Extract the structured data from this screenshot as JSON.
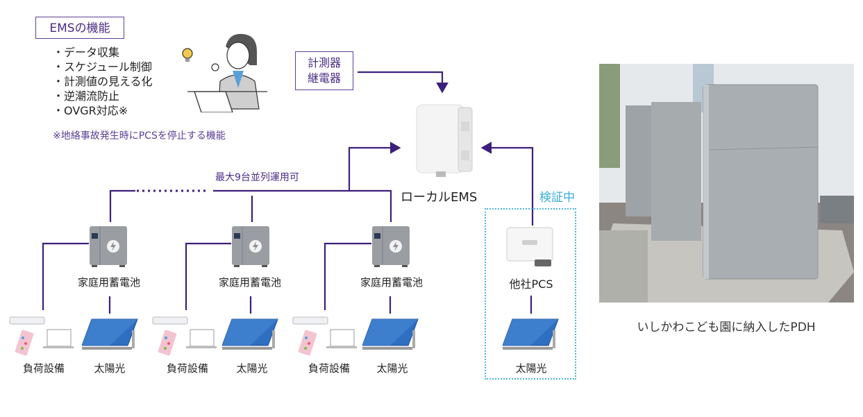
{
  "features": {
    "title": "EMSの機能",
    "items": [
      "・データ収集",
      "・スケジュール制御",
      "・計測値の見える化",
      "・逆潮流防止",
      "・OVGR対応※"
    ],
    "note": "※地絡事故発生時にPCSを停止する機能"
  },
  "meter_box": {
    "line1": "計測器",
    "line2": "継電器"
  },
  "ems": {
    "label": "ローカルEMS"
  },
  "parallel_note": "最大9台並列運用可",
  "units": [
    {
      "battery_label": "家庭用蓄電池",
      "load_label": "負荷設備",
      "solar_label": "太陽光"
    },
    {
      "battery_label": "家庭用蓄電池",
      "load_label": "負荷設備",
      "solar_label": "太陽光"
    },
    {
      "battery_label": "家庭用蓄電池",
      "load_label": "負荷設備",
      "solar_label": "太陽光"
    }
  ],
  "verification": {
    "status": "検証中",
    "pcs_label": "他社PCS",
    "solar_label": "太陽光"
  },
  "photo": {
    "caption": "いしかわこども園に納入したPDH"
  },
  "colors": {
    "line": "#4a2c86",
    "accent_blue": "#3aaed8",
    "box_border": "#5b3f95"
  }
}
